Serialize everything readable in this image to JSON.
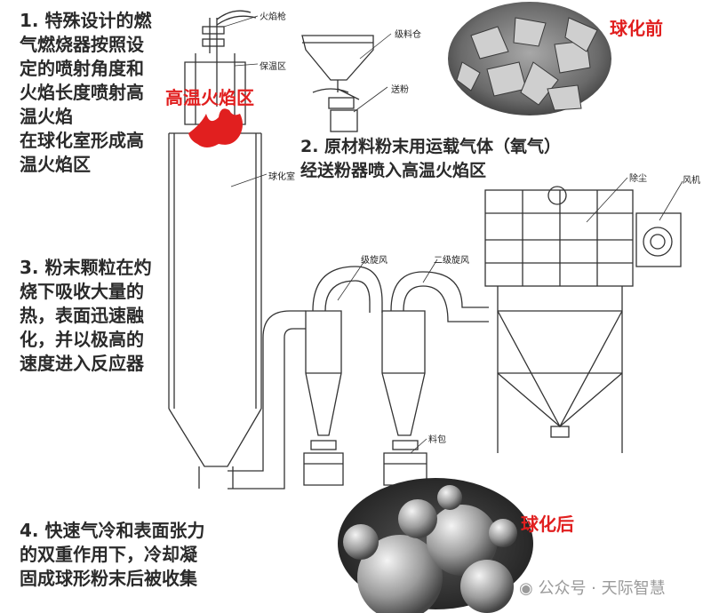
{
  "steps": [
    "1. 特殊设计的燃\n气燃烧器按照设\n定的喷射角度和\n火焰长度喷射高\n温火焰\n在球化室形成高\n温火焰区",
    "2. 原材料粉末用运载气体（氧气）\n经送粉器喷入高温火焰区",
    "3. 粉末颗粒在灼\n烧下吸收大量的\n热，表面迅速融\n化，并以极高的\n速度进入反应器",
    "4. 快速气冷和表面张力\n的双重作用下，冷却凝\n固成球形粉末后被收集"
  ],
  "labels": {
    "flame_zone": "高温火焰区",
    "before": "球化前",
    "after": "球化后",
    "burner": "火焰枪",
    "insulation": "保温区",
    "chamber": "球化室",
    "hopper": "级料仓",
    "feeder": "送粉",
    "dust": "除尘",
    "fan": "风机",
    "cyclone1": "级旋风",
    "cyclone2": "二级旋风",
    "bin": "料包"
  },
  "watermark": "公众号 · 天际智慧",
  "colors": {
    "accent_red": "#e11f1f",
    "line": "#333333",
    "text": "#2a2a2a"
  }
}
